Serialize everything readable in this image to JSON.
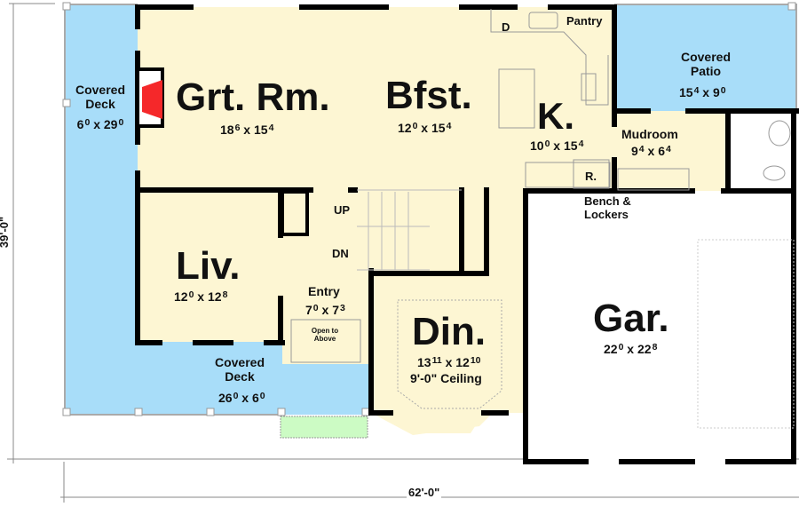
{
  "plan": {
    "overall_width": "62'-0\"",
    "overall_depth": "39'-0\"",
    "colors": {
      "interior": "#FDF6D3",
      "covered": "#A8DDF9",
      "garage": "#FFFFFF",
      "wall": "#000000",
      "fireplace": "#F5282A",
      "stoop": "#CCFBC4"
    },
    "rooms": {
      "great_room": {
        "name": "Grt. Rm.",
        "w": "18",
        "w_in": "6",
        "d": "15",
        "d_in": "4"
      },
      "breakfast": {
        "name": "Bfst.",
        "w": "12",
        "w_in": "0",
        "d": "15",
        "d_in": "4"
      },
      "kitchen": {
        "name": "K.",
        "w": "10",
        "w_in": "0",
        "d": "15",
        "d_in": "4"
      },
      "living": {
        "name": "Liv.",
        "w": "12",
        "w_in": "0",
        "d": "12",
        "d_in": "8"
      },
      "dining": {
        "name": "Din.",
        "w": "13",
        "w_in": "11",
        "d": "12",
        "d_in": "10",
        "note": "9'-0\" Ceiling"
      },
      "garage": {
        "name": "Gar.",
        "w": "22",
        "w_in": "0",
        "d": "22",
        "d_in": "8"
      },
      "entry": {
        "name": "Entry",
        "w": "7",
        "w_in": "0",
        "d": "7",
        "d_in": "3"
      },
      "mudroom": {
        "name": "Mudroom",
        "w": "9",
        "w_in": "4",
        "d": "6",
        "d_in": "4"
      },
      "covered_deck_side": {
        "name_1": "Covered",
        "name_2": "Deck",
        "w": "6",
        "w_in": "0",
        "d": "29",
        "d_in": "0"
      },
      "covered_deck_front": {
        "name_1": "Covered",
        "name_2": "Deck",
        "w": "26",
        "w_in": "0",
        "d": "6",
        "d_in": "0"
      },
      "covered_patio": {
        "name_1": "Covered",
        "name_2": "Patio",
        "w": "15",
        "w_in": "4",
        "d": "9",
        "d_in": "0"
      }
    },
    "labels": {
      "pantry": "Pantry",
      "dishwasher": "D",
      "refrigerator": "R.",
      "up": "UP",
      "down": "DN",
      "open_to_above_1": "Open to",
      "open_to_above_2": "Above",
      "bench_1": "Bench &",
      "bench_2": "Lockers"
    }
  }
}
